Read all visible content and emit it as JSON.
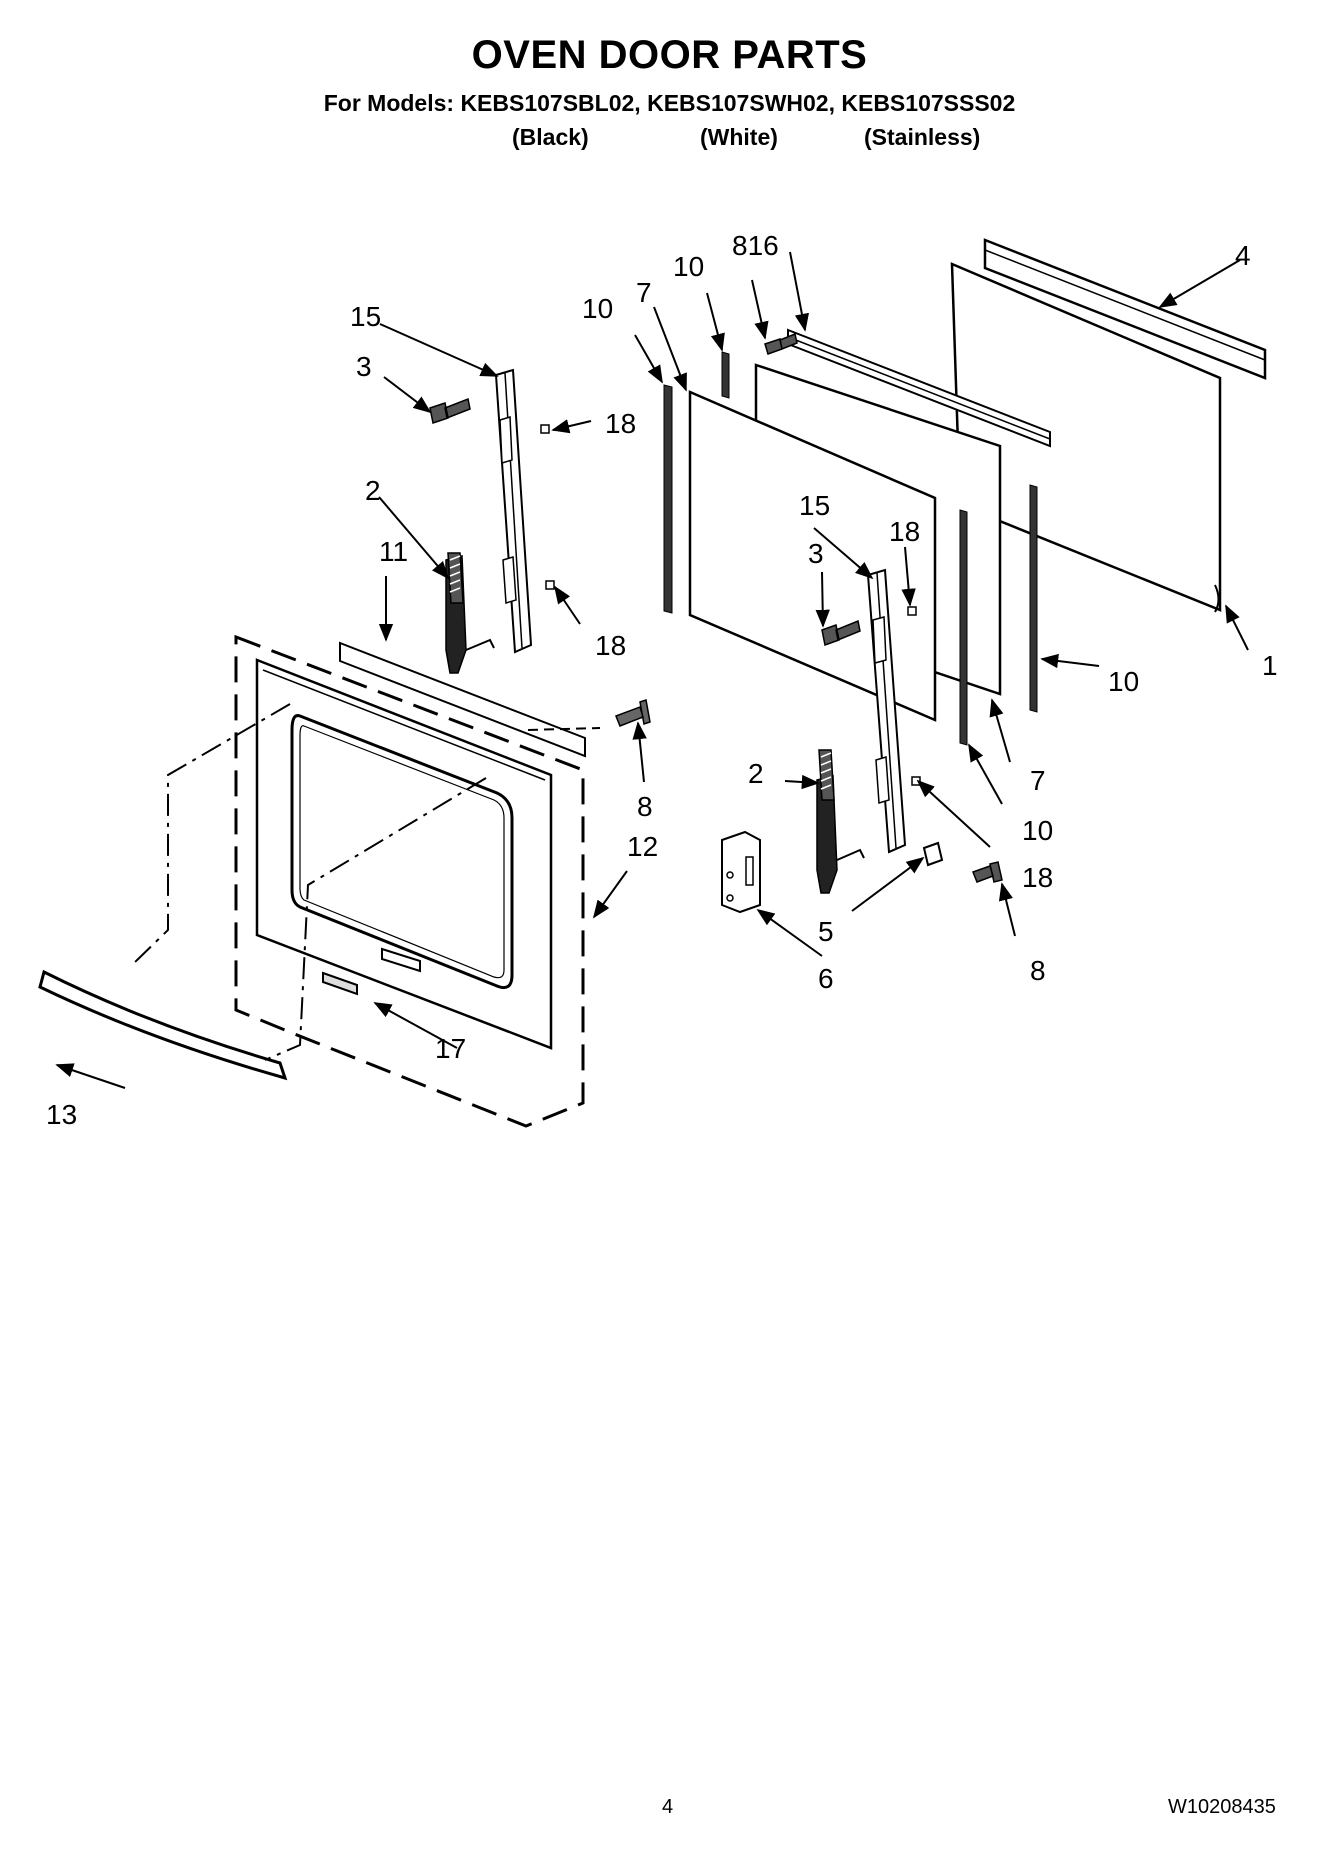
{
  "header": {
    "title": "OVEN DOOR PARTS",
    "models": "For Models: KEBS107SBL02, KEBS107SWH02, KEBS107SSS02",
    "finishes": [
      "(Black)",
      "(White)",
      "(Stainless)"
    ]
  },
  "callouts": {
    "a15": "15",
    "a3": "3",
    "a18a": "18",
    "a2": "2",
    "a11": "11",
    "a18b": "18",
    "a8": "8",
    "a12": "12",
    "a13": "13",
    "a17": "17",
    "b10a": "10",
    "b7": "7",
    "b10b": "10",
    "b816": "816",
    "b4": "4",
    "b1": "1",
    "b10c": "10",
    "b15": "15",
    "b3": "3",
    "b18": "18",
    "b7b": "7",
    "b10d": "10",
    "b2": "2",
    "b18b": "18",
    "b5": "5",
    "b8": "8",
    "b6": "6"
  },
  "footer": {
    "page": "4",
    "doc_number": "W10208435"
  }
}
